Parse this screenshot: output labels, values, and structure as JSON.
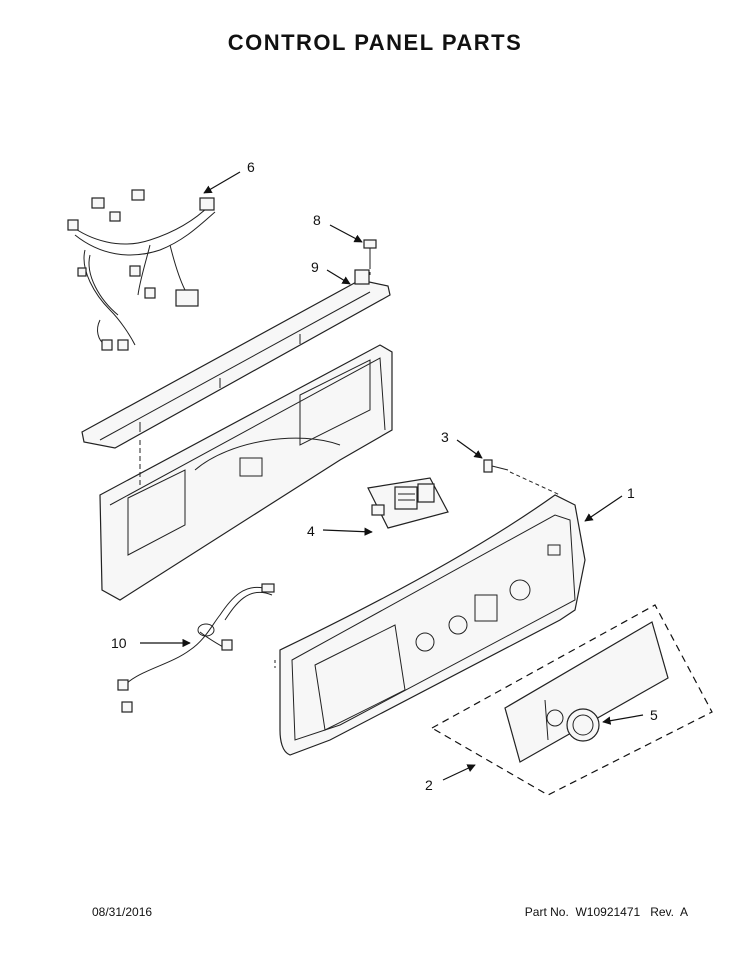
{
  "title": "CONTROL PANEL PARTS",
  "callouts": {
    "c1": "1",
    "c2": "2",
    "c3": "3",
    "c4": "4",
    "c5": "5",
    "c6": "6",
    "c8": "8",
    "c9": "9",
    "c10": "10"
  },
  "footer": {
    "date": "08/31/2016",
    "part_no": "Part No.  W10921471   Rev.  A"
  }
}
